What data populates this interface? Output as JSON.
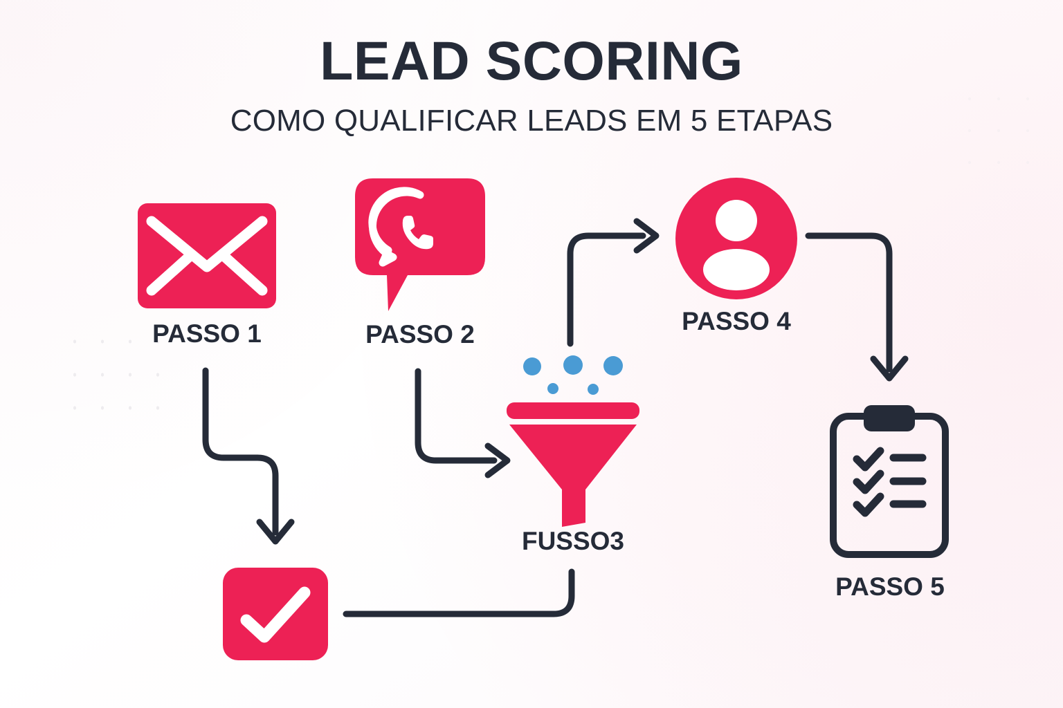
{
  "header": {
    "title": "LEAD SCORING",
    "subtitle": "COMO QUALIFICAR LEADS EM 5 ETAPAS"
  },
  "theme": {
    "accent": "#ed2155",
    "ink": "#252b38",
    "dot_blue": "#4a9bd4",
    "background": "#ffffff"
  },
  "steps": [
    {
      "id": "step1",
      "label": "PASSO 1",
      "icon": "envelope-icon"
    },
    {
      "id": "step2",
      "label": "PASSO 2",
      "icon": "whatsapp-chat-bubble-icon"
    },
    {
      "id": "step3",
      "label": "FUSSO3",
      "icon": "funnel-icon"
    },
    {
      "id": "step4",
      "label": "PASSO 4",
      "icon": "person-avatar-icon"
    },
    {
      "id": "step5",
      "label": "PASSO 5",
      "icon": "clipboard-checklist-icon"
    }
  ],
  "check_node": {
    "icon": "check-square-icon",
    "label": ""
  },
  "funnel": {
    "dots_large": 3,
    "dots_small": 2
  },
  "clipboard": {
    "rows": 3
  },
  "connectors": [
    {
      "from": "step1",
      "to": "check-node",
      "shape": "s-curve-down",
      "arrow": "down"
    },
    {
      "from": "step2",
      "to": "step3",
      "shape": "elbow-down-right",
      "arrow": "right"
    },
    {
      "from": "step3",
      "to": "step4",
      "shape": "elbow-up-right",
      "arrow": "right"
    },
    {
      "from": "step4",
      "to": "step5",
      "shape": "elbow-right-down",
      "arrow": "down"
    },
    {
      "from": "check-node",
      "to": "step3",
      "shape": "elbow-right-up",
      "arrow": "none"
    }
  ]
}
